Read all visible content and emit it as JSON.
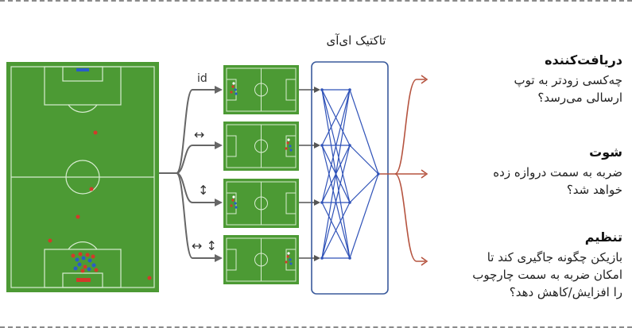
{
  "network_label": "تاکتیک ای‌آی",
  "augmentations": {
    "identity": "id",
    "h_flip": "↔",
    "v_flip": "↕",
    "both_flip": "↔ ↕"
  },
  "outputs": [
    {
      "heading": "دریافت‌کننده",
      "lines": [
        "چه‌کسی زودتر به توپ",
        "ارسالی می‌رسد؟"
      ]
    },
    {
      "heading": "شوت",
      "lines": [
        "ضربه به سمت دروازه زده",
        "خواهد شد؟"
      ]
    },
    {
      "heading": "تنظیم",
      "lines": [
        "بازیکن چگونه جاگیری کند تا",
        "امکان ضربه به سمت چارچوب",
        "را افزایش/کاهش دهد؟"
      ]
    }
  ],
  "colors": {
    "pitch": "#4c9a34",
    "pitch_line": "#d7ecd0",
    "connector": "#666666",
    "network_border": "#3a5a9c",
    "network_edge": "#2f52b8",
    "output_arrow": "#b5533f",
    "team_red": "#d23a2a",
    "team_blue": "#2a5cc8",
    "frame": "#8a8a8a"
  },
  "icons": [
    "arrow-icon",
    "output-arrow-icon"
  ]
}
